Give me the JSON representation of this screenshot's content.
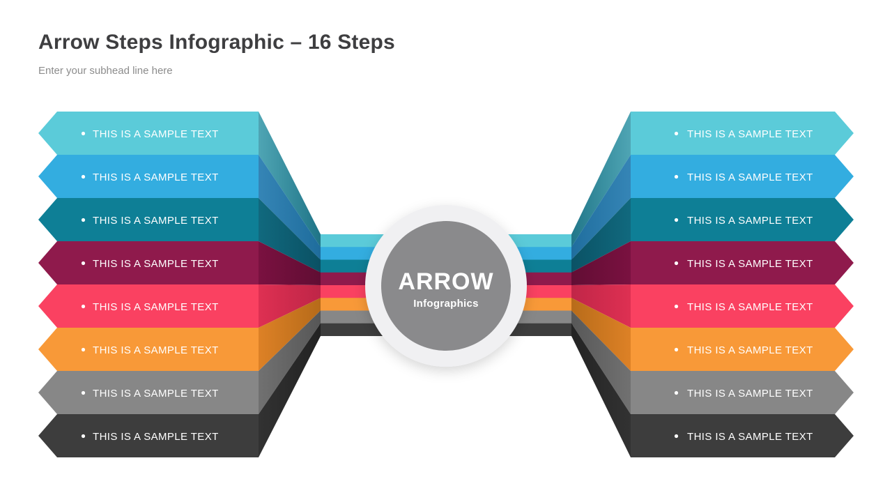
{
  "header": {
    "title": "Arrow Steps Infographic – 16 Steps",
    "subtitle": "Enter your subhead line here"
  },
  "center_badge": {
    "title": "ARROW",
    "subtitle": "Infographics",
    "circle_color": "#8A8A8C",
    "ring_color": "#F0F0F2"
  },
  "label_color": "#FFFFFF",
  "steps": [
    {
      "left_label": "THIS IS A SAMPLE TEXT",
      "right_label": "THIS IS A SAMPLE TEXT",
      "color": "#5BCBD9",
      "ribbon_from": "#4FA5B4",
      "ribbon_to": "#1E7386"
    },
    {
      "left_label": "THIS IS A SAMPLE TEXT",
      "right_label": "THIS IS A SAMPLE TEXT",
      "color": "#33ADE0",
      "ribbon_from": "#3585B6",
      "ribbon_to": "#1E6C9C"
    },
    {
      "left_label": "THIS IS A SAMPLE TEXT",
      "right_label": "THIS IS A SAMPLE TEXT",
      "color": "#0E7F96",
      "ribbon_from": "#11697E",
      "ribbon_to": "#0A5063"
    },
    {
      "left_label": "THIS IS A SAMPLE TEXT",
      "right_label": "THIS IS A SAMPLE TEXT",
      "color": "#8F1A4C",
      "ribbon_from": "#7A1140",
      "ribbon_to": "#600D33"
    },
    {
      "left_label": "THIS IS A SAMPLE TEXT",
      "right_label": "THIS IS A SAMPLE TEXT",
      "color": "#FA4161",
      "ribbon_from": "#DE3052",
      "ribbon_to": "#BE2547"
    },
    {
      "left_label": "THIS IS A SAMPLE TEXT",
      "right_label": "THIS IS A SAMPLE TEXT",
      "color": "#F89938",
      "ribbon_from": "#DD8126",
      "ribbon_to": "#B56A19"
    },
    {
      "left_label": "THIS IS A SAMPLE TEXT",
      "right_label": "THIS IS A SAMPLE TEXT",
      "color": "#878787",
      "ribbon_from": "#717171",
      "ribbon_to": "#565656"
    },
    {
      "left_label": "THIS IS A SAMPLE TEXT",
      "right_label": "THIS IS A SAMPLE TEXT",
      "color": "#3D3D3D",
      "ribbon_from": "#323232",
      "ribbon_to": "#222222"
    }
  ]
}
